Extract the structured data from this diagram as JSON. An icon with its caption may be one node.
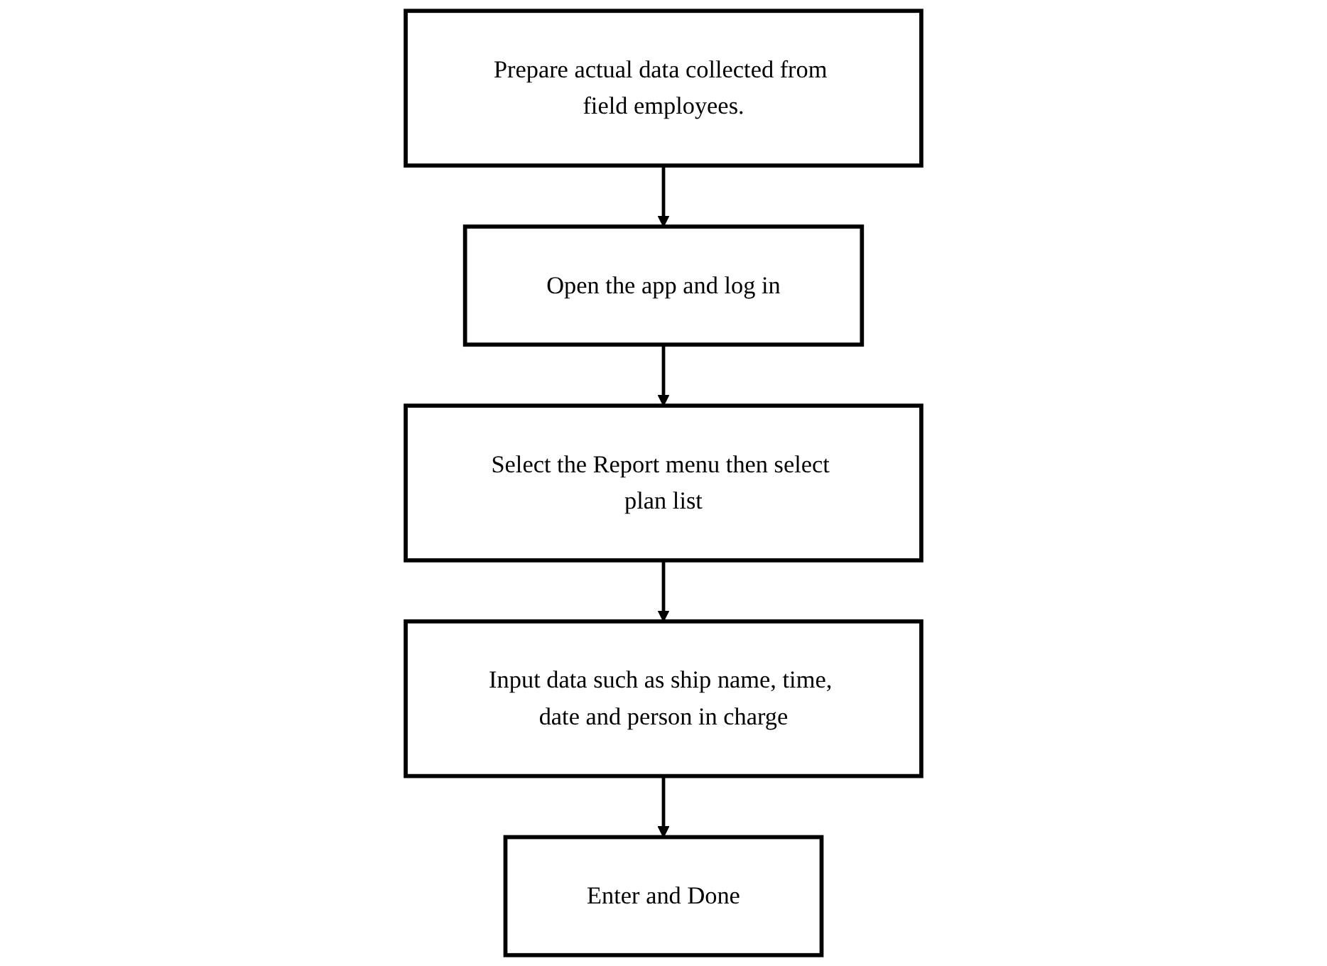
{
  "diagram": {
    "nodes": [
      {
        "text": [
          "Prepare actual data collected from field employees."
        ]
      },
      {
        "text": [
          "Open the app and log in"
        ]
      },
      {
        "text": [
          "Select the Report menu then select plan list"
        ]
      },
      {
        "text": [
          "Input data such as ship name, time, date and person in charge"
        ]
      },
      {
        "text": [
          "Enter and Done"
        ]
      }
    ],
    "edges": [
      {
        "from": 0,
        "to": 1,
        "arrow": "to"
      },
      {
        "from": 1,
        "to": 2,
        "arrow": "to"
      },
      {
        "from": 2,
        "to": 3,
        "arrow": "to"
      },
      {
        "from": 3,
        "to": 4,
        "arrow": "to"
      }
    ]
  }
}
